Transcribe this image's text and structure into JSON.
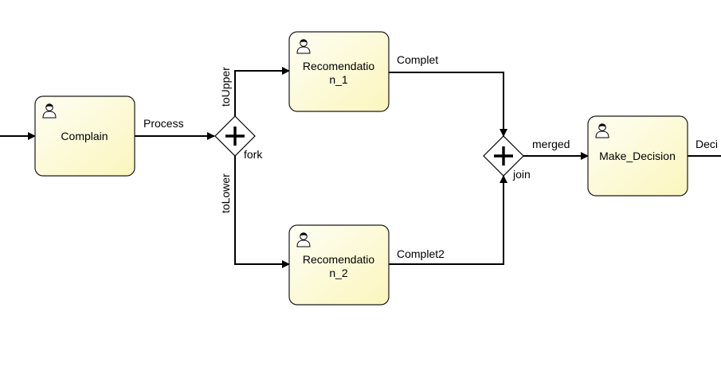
{
  "tasks": {
    "complain": "Complain",
    "rec1": [
      "Recomendatio",
      "n_1"
    ],
    "rec2": [
      "Recomendatio",
      "n_2"
    ],
    "decision": "Make_Decision"
  },
  "gateways": {
    "fork": "fork",
    "join": "join"
  },
  "flows": {
    "process": "Process",
    "to_upper": "toUpper",
    "to_lower": "toLower",
    "complet": "Complet",
    "complet2": "Complet2",
    "merged": "merged",
    "decision_out": "Deci"
  },
  "icons": {
    "task": "user-task-icon",
    "gateway": "parallel-gateway-plus-icon"
  },
  "colors": {
    "task_fill_light": "#fefef4",
    "task_fill_dark": "#fbf6bd",
    "stroke": "#000000",
    "background": "#ffffff"
  }
}
